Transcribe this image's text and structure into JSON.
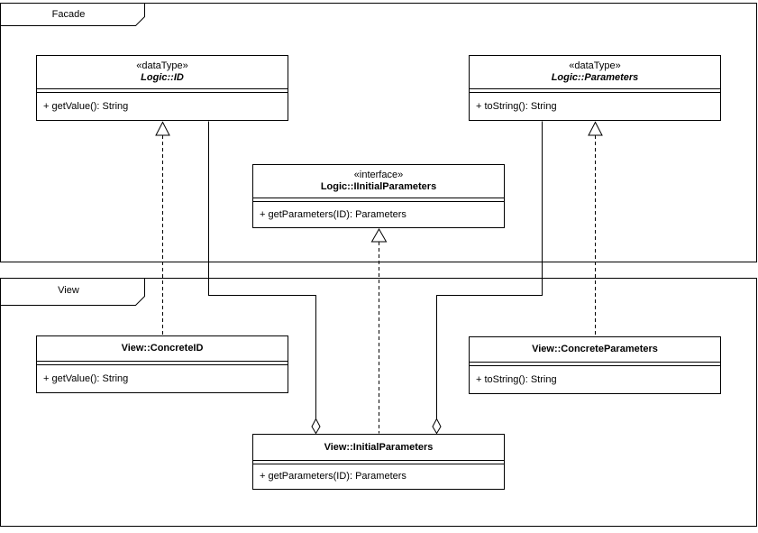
{
  "diagram_type": "UML class diagram",
  "colors": {
    "stroke": "#000000",
    "fill": "#ffffff",
    "text": "#000000"
  },
  "packages": {
    "facade": {
      "label": "Facade"
    },
    "view": {
      "label": "View"
    }
  },
  "classes": {
    "logic_id": {
      "stereotype": "«dataType»",
      "name": "Logic::ID",
      "member": "+ getValue(): String"
    },
    "logic_parameters": {
      "stereotype": "«dataType»",
      "name": "Logic::Parameters",
      "member": "+ toString(): String"
    },
    "logic_iinitial_parameters": {
      "stereotype": "«interface»",
      "name": "Logic::IInitialParameters",
      "member": "+ getParameters(ID): Parameters"
    },
    "view_concrete_id": {
      "name": "View::ConcreteID",
      "member": "+ getValue(): String"
    },
    "view_concrete_parameters": {
      "name": "View::ConcreteParameters",
      "member": "+ toString(): String"
    },
    "view_initial_parameters": {
      "name": "View::InitialParameters",
      "member": "+ getParameters(ID): Parameters"
    }
  },
  "relationships": [
    {
      "type": "realization",
      "from": "View::ConcreteID",
      "to": "Logic::ID",
      "line": "dashed",
      "arrowhead": "hollow-triangle"
    },
    {
      "type": "realization",
      "from": "View::ConcreteParameters",
      "to": "Logic::Parameters",
      "line": "dashed",
      "arrowhead": "hollow-triangle"
    },
    {
      "type": "realization",
      "from": "View::InitialParameters",
      "to": "Logic::IInitialParameters",
      "line": "dashed",
      "arrowhead": "hollow-triangle"
    },
    {
      "type": "aggregation",
      "whole": "View::InitialParameters",
      "part": "Logic::ID",
      "line": "solid",
      "marker": "open-diamond"
    },
    {
      "type": "aggregation",
      "whole": "View::InitialParameters",
      "part": "Logic::Parameters",
      "line": "solid",
      "marker": "open-diamond"
    }
  ]
}
